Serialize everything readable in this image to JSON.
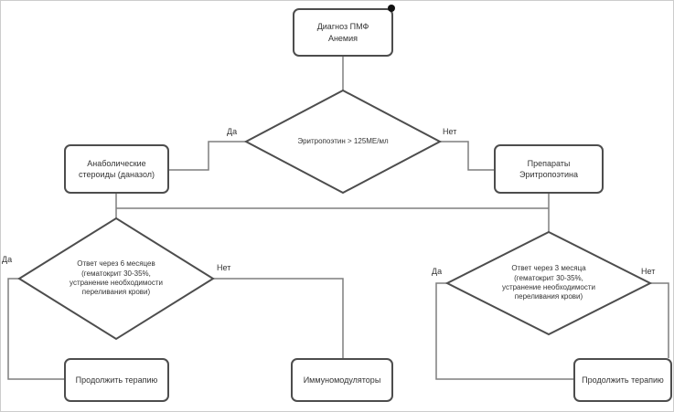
{
  "diagram": {
    "nodes": {
      "diagnosis": {
        "label": "Диагноз ПМФ\nАнемия"
      },
      "epo_level_decision": {
        "label": "Эритропоэтин > 125МЕ/мл"
      },
      "anabolic_steroids": {
        "label": "Анаболические\nстероиды (даназол)"
      },
      "epo_drugs": {
        "label": "Препараты\nЭритропоэтина"
      },
      "response_6_months": {
        "label": "Ответ через 6 месяцев\n(гематокрит 30-35%,\nустранение необходимости\nпереливания крови)"
      },
      "response_3_months": {
        "label": "Ответ через 3 месяца\n(гематокрит 30-35%,\nустранение необходимости\nпереливания крови)"
      },
      "continue_therapy_left": {
        "label": "Продолжить терапию"
      },
      "immunomodulators": {
        "label": "Иммуномодуляторы"
      },
      "continue_therapy_right": {
        "label": "Продолжить терапию"
      }
    },
    "branch_labels": {
      "epo_yes": "Да",
      "epo_no": "Нет",
      "resp6_yes": "Да",
      "resp6_no": "Нет",
      "resp3_yes": "Да",
      "resp3_no": "Нет"
    },
    "colors": {
      "shape_border": "#4d4d4d",
      "connector": "#7f7f7f",
      "text": "#333333",
      "background": "#ffffff",
      "junction_dot": "#111111"
    }
  }
}
